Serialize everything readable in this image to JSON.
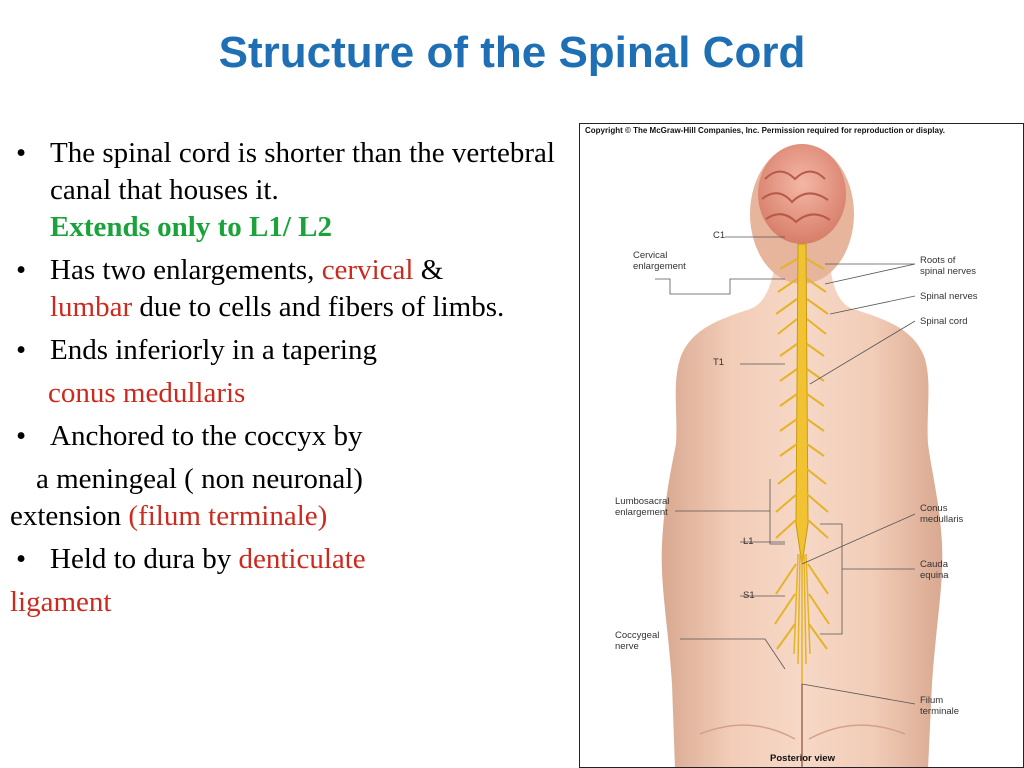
{
  "title": "Structure of the Spinal Cord",
  "colors": {
    "title": "#1f6fb5",
    "highlight_green": "#1aa33a",
    "highlight_red": "#cc2a1e"
  },
  "bullets": {
    "b1_text": "The spinal cord is shorter than the vertebral canal that houses it.",
    "b1_highlight": "Extends only to L1/ L2",
    "b2_pre": "Has two enlargements, ",
    "b2_red1": "cervical",
    "b2_mid": " &",
    "b2_red2": "lumbar",
    "b2_post": " due to cells and fibers of limbs.",
    "b3_text": "Ends inferiorly in a tapering",
    "b3_cont": "conus medullaris",
    "b4_text": "Anchored to the coccyx by",
    "b4_cont": "a meningeal ( non neuronal)",
    "b4_cont2": "extension ",
    "b4_red": "(filum terminale)",
    "b5_text": "Held to dura by ",
    "b5_red": "denticulate",
    "b5_cont": "ligament"
  },
  "figure": {
    "copyright": "Copyright © The McGraw-Hill Companies, Inc. Permission required for reproduction or display.",
    "caption": "Posterior view",
    "labels": {
      "c1": "C1",
      "cervical_enlargement": "Cervical\nenlargement",
      "t1": "T1",
      "lumbosacral_enlargement": "Lumbosacral\nenlargement",
      "l1": "L1",
      "s1": "S1",
      "coccygeal_nerve": "Coccygeal\nnerve",
      "roots_of_spinal_nerves": "Roots of\nspinal nerves",
      "spinal_nerves": "Spinal nerves",
      "spinal_cord": "Spinal cord",
      "conus_medullaris": "Conus\nmedullaris",
      "cauda_equina": "Cauda\nequina",
      "filum_terminale": "Filum\nterminale"
    }
  }
}
